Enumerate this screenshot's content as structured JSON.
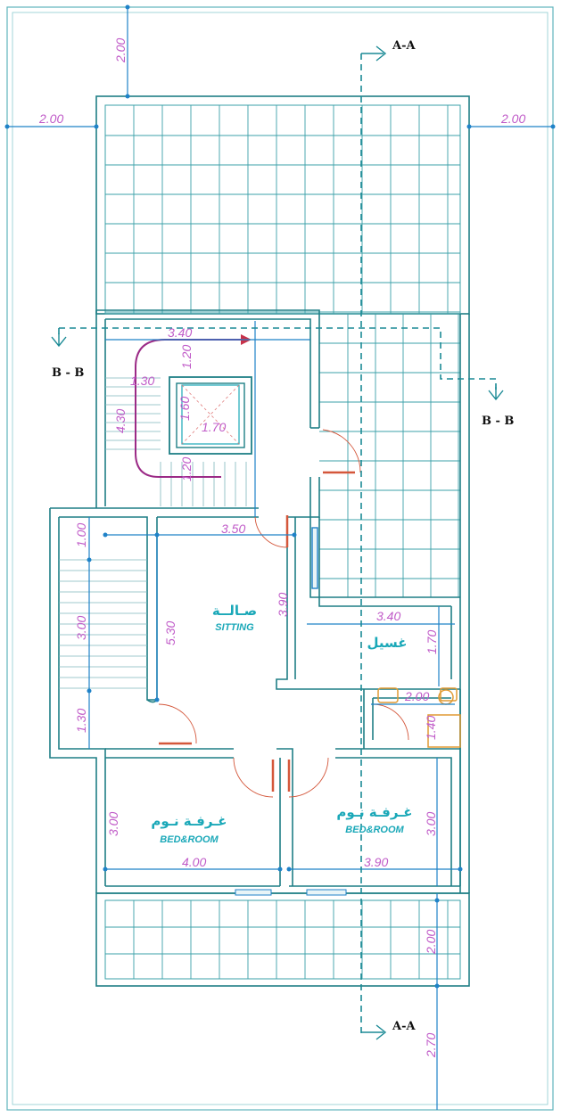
{
  "dimensions": {
    "top_setback": "2.00",
    "left_setback": "2.00",
    "right_setback": "2.00",
    "stair_width_top": "3.40",
    "stair_landing_a": "1.20",
    "stair_side": "1.30",
    "stair_run": "4.30",
    "lift_height": "1.60",
    "lift_width": "1.70",
    "stair_landing_b": "1.20",
    "sitting_width": "3.50",
    "sitting_depth": "3.90",
    "sitting_height": "5.30",
    "left_stair_top": "1.00",
    "left_stair_run": "3.00",
    "left_stair_bottom": "1.30",
    "wash_width": "3.40",
    "wash_depth": "1.70",
    "bath_width": "2.00",
    "bath_depth": "1.40",
    "bedroom1_depth": "3.00",
    "bedroom1_width": "4.00",
    "bedroom2_width": "3.90",
    "bedroom2_depth": "3.00",
    "bottom_balcony": "2.00",
    "bottom_setback": "2.70"
  },
  "sections": {
    "aa_top": "A-A",
    "aa_bottom": "A-A",
    "bb_left": "B - B",
    "bb_right": "B - B"
  },
  "rooms": {
    "sitting_ar": "صـالــة",
    "sitting_en": "SITTING",
    "wash_ar": "غسيل",
    "bed1_ar": "غـرفـة نـوم",
    "bed1_en": "BED&ROOM",
    "bed2_ar": "غـرفـة نـوم",
    "bed2_en": "BED&ROOM"
  },
  "colors": {
    "walls": "#1f7f86",
    "dimension_text": "#c05bc8",
    "room_labels": "#1aa8b8",
    "doors": "#d4573b",
    "section_lines": "#1b8a95"
  }
}
